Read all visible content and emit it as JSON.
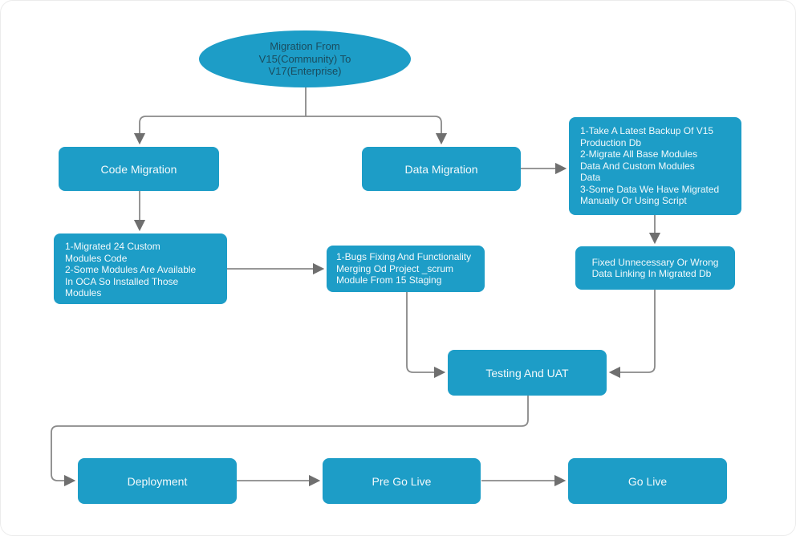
{
  "diagram": {
    "title": {
      "text": "Migration From\nV15(Community) To\nV17(Enterprise)"
    },
    "nodes": {
      "code_migration": {
        "label": "Code Migration"
      },
      "data_migration": {
        "label": "Data Migration"
      },
      "backup_steps": {
        "text": "1-Take A Latest Backup Of V15\nProduction Db\n2-Migrate All Base Modules\nData And Custom Modules\nData\n3-Some Data We Have Migrated\nManually Or Using Script"
      },
      "code_steps": {
        "text": "1-Migrated 24 Custom\nModules Code\n2-Some Modules Are Available\nIn OCA So Installed Those\nModules"
      },
      "bugs_fixing": {
        "text": "1-Bugs Fixing And Functionality\nMerging Od Project _scrum\nModule From 15 Staging"
      },
      "fixed_linking": {
        "text": "Fixed Unnecessary Or Wrong\nData Linking In Migrated Db"
      },
      "testing_uat": {
        "label": "Testing And UAT"
      },
      "deployment": {
        "label": "Deployment"
      },
      "pre_go_live": {
        "label": "Pre Go Live"
      },
      "go_live": {
        "label": "Go Live"
      }
    },
    "colors": {
      "node_fill": "#1d9dc7",
      "node_text": "#f2f9fb",
      "title_text": "#1a4c5e",
      "connector": "#898989",
      "arrowhead": "#6f6f6f"
    }
  }
}
